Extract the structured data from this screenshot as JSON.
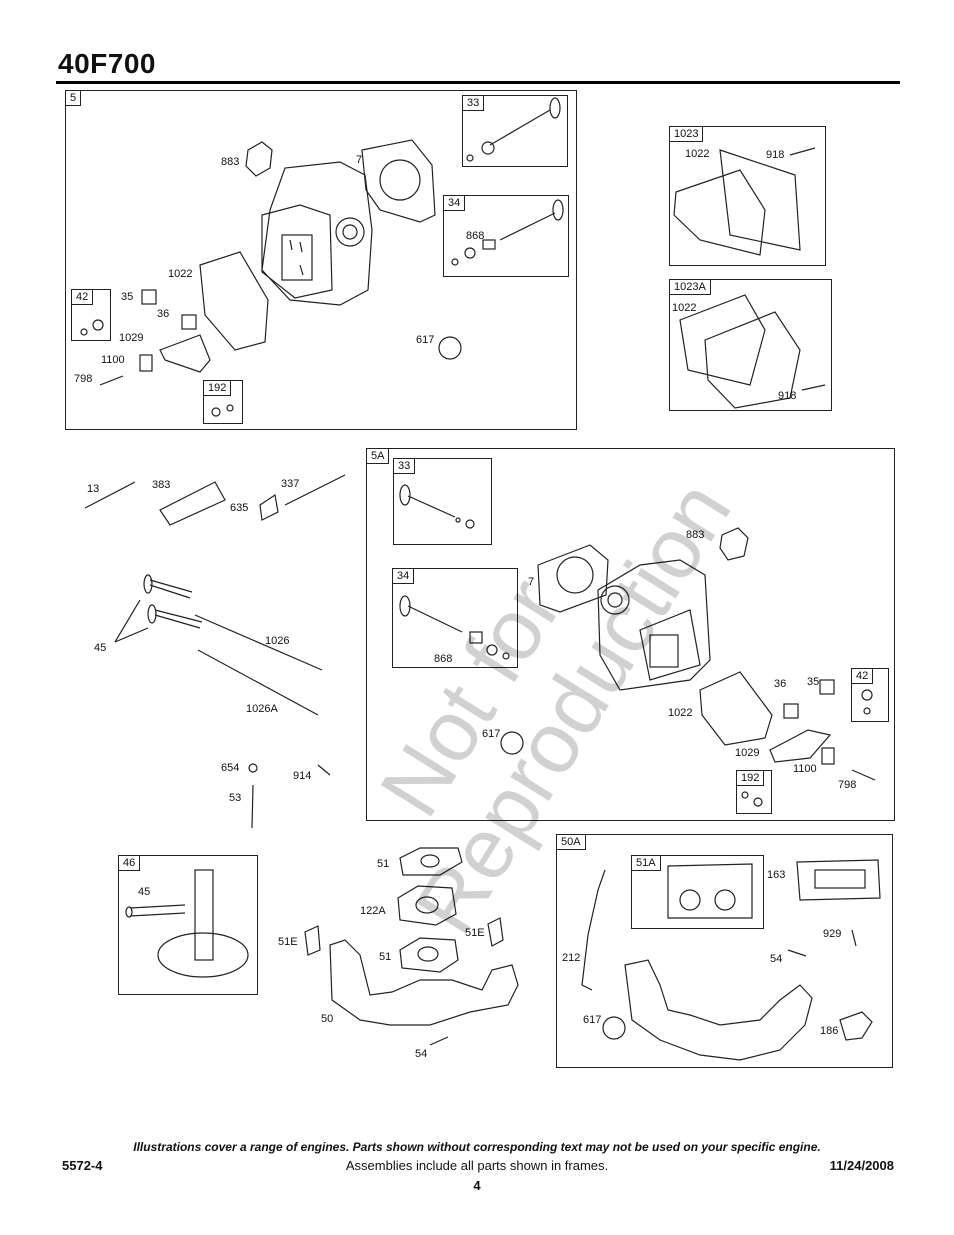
{
  "header": {
    "title": "40F700"
  },
  "frames": {
    "f5": "5",
    "f33a": "33",
    "f34a": "34",
    "f42a": "42",
    "f192a": "192",
    "f1023": "1023",
    "f1023a": "1023A",
    "f5a": "5A",
    "f33b": "33",
    "f34b": "34",
    "f42b": "42",
    "f192b": "192",
    "f46": "46",
    "f50a": "50A",
    "f51a": "51A"
  },
  "labels": {
    "a_883": "883",
    "a_7": "7",
    "a_1022": "1022",
    "a_35": "35",
    "a_36": "36",
    "a_1029": "1029",
    "a_1100": "1100",
    "a_798": "798",
    "a_617": "617",
    "a_868": "868",
    "b_1022": "1022",
    "b_918": "918",
    "c_1022": "1022",
    "c_918": "918",
    "d_13": "13",
    "d_383": "383",
    "d_337": "337",
    "d_635": "635",
    "d_45": "45",
    "d_1026": "1026",
    "d_1026A": "1026A",
    "d_654": "654",
    "d_914": "914",
    "d_53": "53",
    "e_883": "883",
    "e_7": "7",
    "e_868": "868",
    "e_36": "36",
    "e_35": "35",
    "e_1022": "1022",
    "e_617": "617",
    "e_1029": "1029",
    "e_1100": "1100",
    "e_798": "798",
    "f_45": "45",
    "g_51": "51",
    "g_122A": "122A",
    "g_51E_l": "51E",
    "g_51E_r": "51E",
    "g_51b": "51",
    "g_50": "50",
    "g_54": "54",
    "h_163": "163",
    "h_929": "929",
    "h_212": "212",
    "h_54": "54",
    "h_617": "617",
    "h_186": "186"
  },
  "watermark": "Not for Reproduction",
  "footer": {
    "note": "Illustrations cover a range of engines. Parts shown without corresponding text may not be used on your specific engine.",
    "doc_id": "5572-4",
    "assemblies": "Assemblies include all parts shown in frames.",
    "date": "11/24/2008",
    "page": "4"
  }
}
